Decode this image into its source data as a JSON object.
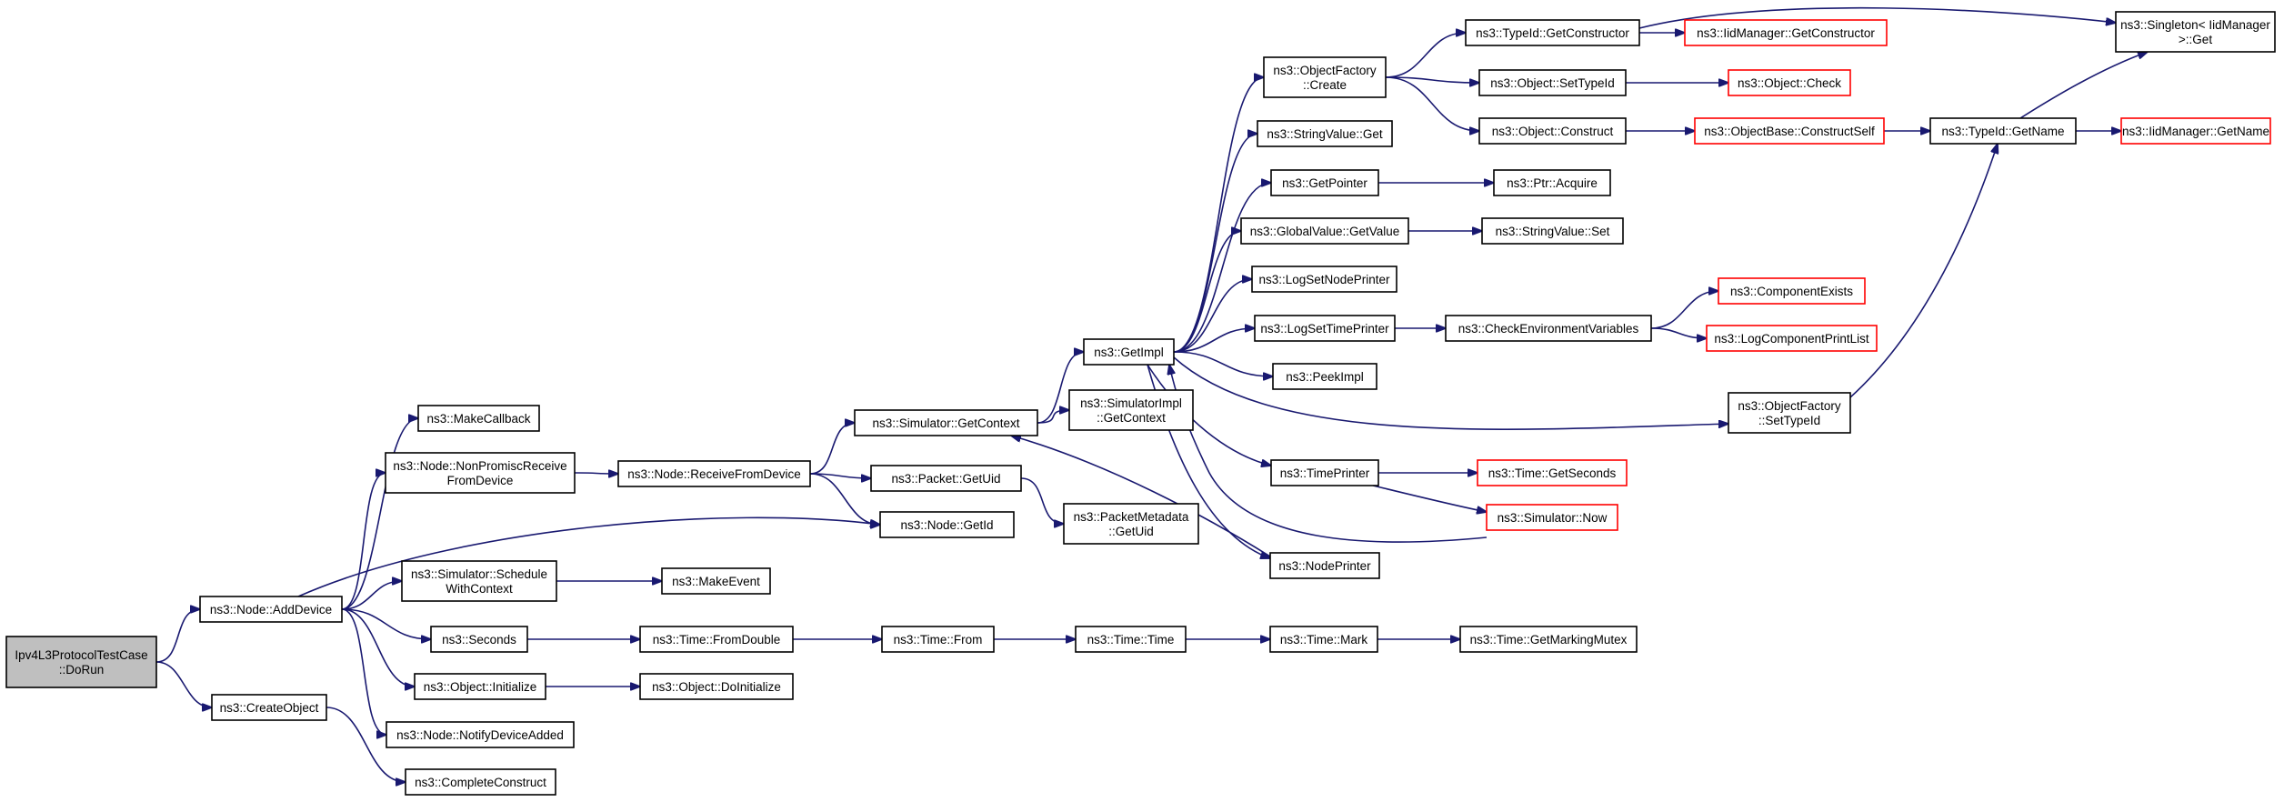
{
  "colors": {
    "edge": "#191970",
    "node_border": "#000000",
    "node_border_external": "#ff0000",
    "root_fill": "#bfbfbf",
    "node_fill": "#ffffff"
  },
  "nodes": [
    {
      "id": "root",
      "lines": [
        "Ipv4L3ProtocolTestCase",
        "::DoRun"
      ],
      "style": "root"
    },
    {
      "id": "addDevice",
      "lines": [
        "ns3::Node::AddDevice"
      ],
      "style": "normal"
    },
    {
      "id": "createObject",
      "lines": [
        "ns3::CreateObject"
      ],
      "style": "normal"
    },
    {
      "id": "makeCallback",
      "lines": [
        "ns3::MakeCallback"
      ],
      "style": "normal"
    },
    {
      "id": "nonPromisc",
      "lines": [
        "ns3::Node::NonPromiscReceive",
        "FromDevice"
      ],
      "style": "normal"
    },
    {
      "id": "receiveFromDevice",
      "lines": [
        "ns3::Node::ReceiveFromDevice"
      ],
      "style": "normal"
    },
    {
      "id": "simGetContext",
      "lines": [
        "ns3::Simulator::GetContext"
      ],
      "style": "normal"
    },
    {
      "id": "packetGetUid",
      "lines": [
        "ns3::Packet::GetUid"
      ],
      "style": "normal"
    },
    {
      "id": "nodeGetId",
      "lines": [
        "ns3::Node::GetId"
      ],
      "style": "normal"
    },
    {
      "id": "scheduleWithContext",
      "lines": [
        "ns3::Simulator::Schedule",
        "WithContext"
      ],
      "style": "normal"
    },
    {
      "id": "makeEvent",
      "lines": [
        "ns3::MakeEvent"
      ],
      "style": "normal"
    },
    {
      "id": "seconds",
      "lines": [
        "ns3::Seconds"
      ],
      "style": "normal"
    },
    {
      "id": "timeFromDouble",
      "lines": [
        "ns3::Time::FromDouble"
      ],
      "style": "normal"
    },
    {
      "id": "timeFrom",
      "lines": [
        "ns3::Time::From"
      ],
      "style": "normal"
    },
    {
      "id": "timeTime",
      "lines": [
        "ns3::Time::Time"
      ],
      "style": "normal"
    },
    {
      "id": "timeMark",
      "lines": [
        "ns3::Time::Mark"
      ],
      "style": "normal"
    },
    {
      "id": "getMarkingMutex",
      "lines": [
        "ns3::Time::GetMarkingMutex"
      ],
      "style": "normal"
    },
    {
      "id": "objectInitialize",
      "lines": [
        "ns3::Object::Initialize"
      ],
      "style": "normal"
    },
    {
      "id": "objectDoInitialize",
      "lines": [
        "ns3::Object::DoInitialize"
      ],
      "style": "normal"
    },
    {
      "id": "notifyDeviceAdded",
      "lines": [
        "ns3::Node::NotifyDeviceAdded"
      ],
      "style": "normal"
    },
    {
      "id": "completeConstruct",
      "lines": [
        "ns3::CompleteConstruct"
      ],
      "style": "normal"
    },
    {
      "id": "simImplGetContext",
      "lines": [
        "ns3::SimulatorImpl",
        "::GetContext"
      ],
      "style": "normal"
    },
    {
      "id": "packetMetadataGetUid",
      "lines": [
        "ns3::PacketMetadata",
        "::GetUid"
      ],
      "style": "normal"
    },
    {
      "id": "getImpl",
      "lines": [
        "ns3::GetImpl"
      ],
      "style": "normal"
    },
    {
      "id": "objectFactoryCreate",
      "lines": [
        "ns3::ObjectFactory",
        "::Create"
      ],
      "style": "normal"
    },
    {
      "id": "stringValueGet",
      "lines": [
        "ns3::StringValue::Get"
      ],
      "style": "normal"
    },
    {
      "id": "getPointer",
      "lines": [
        "ns3::GetPointer"
      ],
      "style": "normal"
    },
    {
      "id": "globalValueGetValue",
      "lines": [
        "ns3::GlobalValue::GetValue"
      ],
      "style": "normal"
    },
    {
      "id": "logSetNodePrinter",
      "lines": [
        "ns3::LogSetNodePrinter"
      ],
      "style": "normal"
    },
    {
      "id": "logSetTimePrinter",
      "lines": [
        "ns3::LogSetTimePrinter"
      ],
      "style": "normal"
    },
    {
      "id": "peekImpl",
      "lines": [
        "ns3::PeekImpl"
      ],
      "style": "normal"
    },
    {
      "id": "timePrinter",
      "lines": [
        "ns3::TimePrinter"
      ],
      "style": "normal"
    },
    {
      "id": "nodePrinter",
      "lines": [
        "ns3::NodePrinter"
      ],
      "style": "normal"
    },
    {
      "id": "typeIdGetConstructor",
      "lines": [
        "ns3::TypeId::GetConstructor"
      ],
      "style": "normal"
    },
    {
      "id": "objectSetTypeId",
      "lines": [
        "ns3::Object::SetTypeId"
      ],
      "style": "normal"
    },
    {
      "id": "objectConstruct",
      "lines": [
        "ns3::Object::Construct"
      ],
      "style": "normal"
    },
    {
      "id": "ptrAcquire",
      "lines": [
        "ns3::Ptr::Acquire"
      ],
      "style": "normal"
    },
    {
      "id": "stringValueSet",
      "lines": [
        "ns3::StringValue::Set"
      ],
      "style": "normal"
    },
    {
      "id": "checkEnvVars",
      "lines": [
        "ns3::CheckEnvironmentVariables"
      ],
      "style": "normal"
    },
    {
      "id": "objectFactorySetTypeId",
      "lines": [
        "ns3::ObjectFactory",
        "::SetTypeId"
      ],
      "style": "normal"
    },
    {
      "id": "iidGetConstructor",
      "lines": [
        "ns3::IidManager::GetConstructor"
      ],
      "style": "external"
    },
    {
      "id": "objectCheck",
      "lines": [
        "ns3::Object::Check"
      ],
      "style": "external"
    },
    {
      "id": "constructSelf",
      "lines": [
        "ns3::ObjectBase::ConstructSelf"
      ],
      "style": "external"
    },
    {
      "id": "componentExists",
      "lines": [
        "ns3::ComponentExists"
      ],
      "style": "external"
    },
    {
      "id": "logComponentPrintList",
      "lines": [
        "ns3::LogComponentPrintList"
      ],
      "style": "external"
    },
    {
      "id": "timeGetSeconds",
      "lines": [
        "ns3::Time::GetSeconds"
      ],
      "style": "external"
    },
    {
      "id": "simulatorNow",
      "lines": [
        "ns3::Simulator::Now"
      ],
      "style": "external"
    },
    {
      "id": "typeIdGetName",
      "lines": [
        "ns3::TypeId::GetName"
      ],
      "style": "normal"
    },
    {
      "id": "singletonGet",
      "lines": [
        "ns3::Singleton< IidManager",
        ">::Get"
      ],
      "style": "normal"
    },
    {
      "id": "iidGetName",
      "lines": [
        "ns3::IidManager::GetName"
      ],
      "style": "external"
    }
  ],
  "edges": [
    [
      "root",
      "addDevice"
    ],
    [
      "root",
      "createObject"
    ],
    [
      "addDevice",
      "makeCallback"
    ],
    [
      "addDevice",
      "nonPromisc"
    ],
    [
      "addDevice",
      "nodeGetId"
    ],
    [
      "addDevice",
      "scheduleWithContext"
    ],
    [
      "addDevice",
      "seconds"
    ],
    [
      "addDevice",
      "objectInitialize"
    ],
    [
      "addDevice",
      "notifyDeviceAdded"
    ],
    [
      "createObject",
      "completeConstruct"
    ],
    [
      "nonPromisc",
      "receiveFromDevice"
    ],
    [
      "receiveFromDevice",
      "simGetContext"
    ],
    [
      "receiveFromDevice",
      "packetGetUid"
    ],
    [
      "receiveFromDevice",
      "nodeGetId"
    ],
    [
      "simGetContext",
      "getImpl"
    ],
    [
      "simGetContext",
      "simImplGetContext"
    ],
    [
      "packetGetUid",
      "packetMetadataGetUid"
    ],
    [
      "scheduleWithContext",
      "makeEvent"
    ],
    [
      "seconds",
      "timeFromDouble"
    ],
    [
      "timeFromDouble",
      "timeFrom"
    ],
    [
      "timeFrom",
      "timeTime"
    ],
    [
      "timeTime",
      "timeMark"
    ],
    [
      "timeMark",
      "getMarkingMutex"
    ],
    [
      "objectInitialize",
      "objectDoInitialize"
    ],
    [
      "getImpl",
      "objectFactoryCreate"
    ],
    [
      "getImpl",
      "stringValueGet"
    ],
    [
      "getImpl",
      "getPointer"
    ],
    [
      "getImpl",
      "globalValueGetValue"
    ],
    [
      "getImpl",
      "logSetNodePrinter"
    ],
    [
      "getImpl",
      "logSetTimePrinter"
    ],
    [
      "getImpl",
      "peekImpl"
    ],
    [
      "getImpl",
      "timePrinter"
    ],
    [
      "getImpl",
      "nodePrinter"
    ],
    [
      "getImpl",
      "objectFactorySetTypeId"
    ],
    [
      "objectFactoryCreate",
      "typeIdGetConstructor"
    ],
    [
      "objectFactoryCreate",
      "objectSetTypeId"
    ],
    [
      "objectFactoryCreate",
      "objectConstruct"
    ],
    [
      "typeIdGetConstructor",
      "iidGetConstructor"
    ],
    [
      "typeIdGetConstructor",
      "singletonGet"
    ],
    [
      "objectSetTypeId",
      "objectCheck"
    ],
    [
      "objectConstruct",
      "constructSelf"
    ],
    [
      "constructSelf",
      "typeIdGetName"
    ],
    [
      "typeIdGetName",
      "singletonGet"
    ],
    [
      "typeIdGetName",
      "iidGetName"
    ],
    [
      "getPointer",
      "ptrAcquire"
    ],
    [
      "globalValueGetValue",
      "stringValueSet"
    ],
    [
      "logSetTimePrinter",
      "checkEnvVars"
    ],
    [
      "checkEnvVars",
      "componentExists"
    ],
    [
      "checkEnvVars",
      "logComponentPrintList"
    ],
    [
      "timePrinter",
      "timeGetSeconds"
    ],
    [
      "timePrinter",
      "simulatorNow"
    ],
    [
      "simulatorNow",
      "getImpl"
    ],
    [
      "nodePrinter",
      "simGetContext"
    ],
    [
      "objectFactorySetTypeId",
      "typeIdGetName"
    ]
  ]
}
